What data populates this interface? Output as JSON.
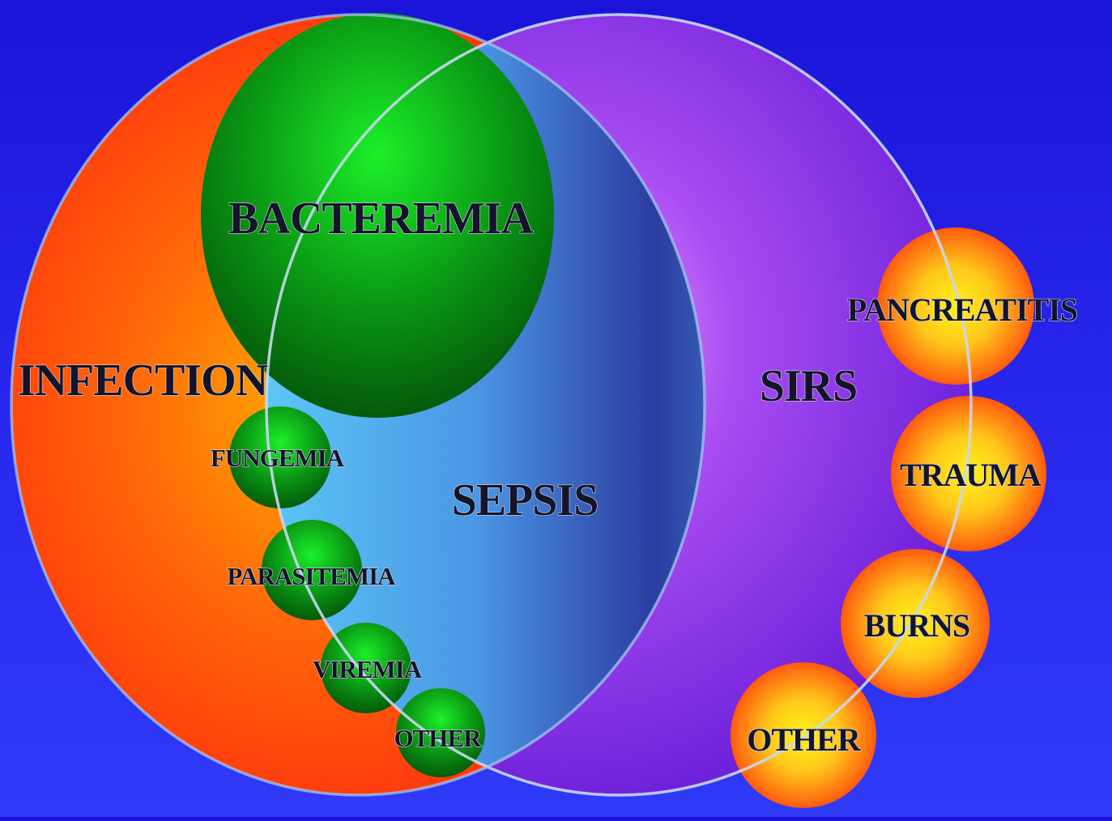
{
  "diagram": {
    "sets": {
      "infection": "INFECTION",
      "sirs": "SIRS",
      "sepsis": "SEPSIS",
      "bacteremia": "BACTEREMIA"
    },
    "infection_subtypes": [
      "FUNGEMIA",
      "PARASITEMIA",
      "VIREMIA",
      "OTHER"
    ],
    "sirs_causes": [
      "PANCREATITIS",
      "TRAUMA",
      "BURNS",
      "OTHER"
    ],
    "colors": {
      "background": "#2327ea",
      "infection_circle": "#ff3a10",
      "sirs_circle": "#8a2ef0",
      "sepsis_overlap": "#5ec8f4",
      "bacteremia_bubble": "#0a9a14",
      "sirs_cause_bubble": "#ffd21a",
      "outline": "#c8d8f0"
    }
  }
}
